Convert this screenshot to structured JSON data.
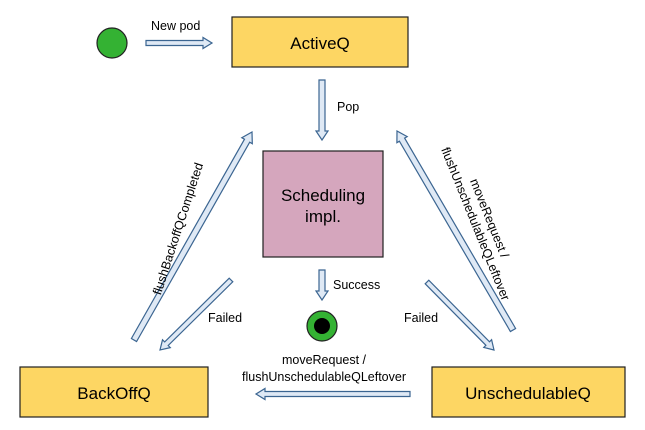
{
  "nodes": {
    "activeq": {
      "label": "ActiveQ"
    },
    "scheduling": {
      "label_line1": "Scheduling",
      "label_line2": "impl."
    },
    "backoffq": {
      "label": "BackOffQ"
    },
    "unschedulableq": {
      "label": "UnschedulableQ"
    }
  },
  "edges": {
    "new_pod": "New pod",
    "pop": "Pop",
    "success": "Success",
    "failed_left": "Failed",
    "failed_right": "Failed",
    "flush_backoff": "flushBackoffQCompleted",
    "move_right_line1": "moveRequest /",
    "move_right_line2": "flushUnschedulableQLeftover",
    "move_bottom_line1": "moveRequest /",
    "move_bottom_line2": "flushUnschedulableQLeftover"
  },
  "colors": {
    "queue_fill": "#fdd663",
    "queue_border": "#202020",
    "scheduling_fill": "#d5a6bd",
    "start_circle": "#34b233",
    "end_circle_ring": "#34b233",
    "end_circle_dot": "#000000",
    "arrow_fill": "#dfe9f5",
    "arrow_stroke": "#3b6591"
  }
}
